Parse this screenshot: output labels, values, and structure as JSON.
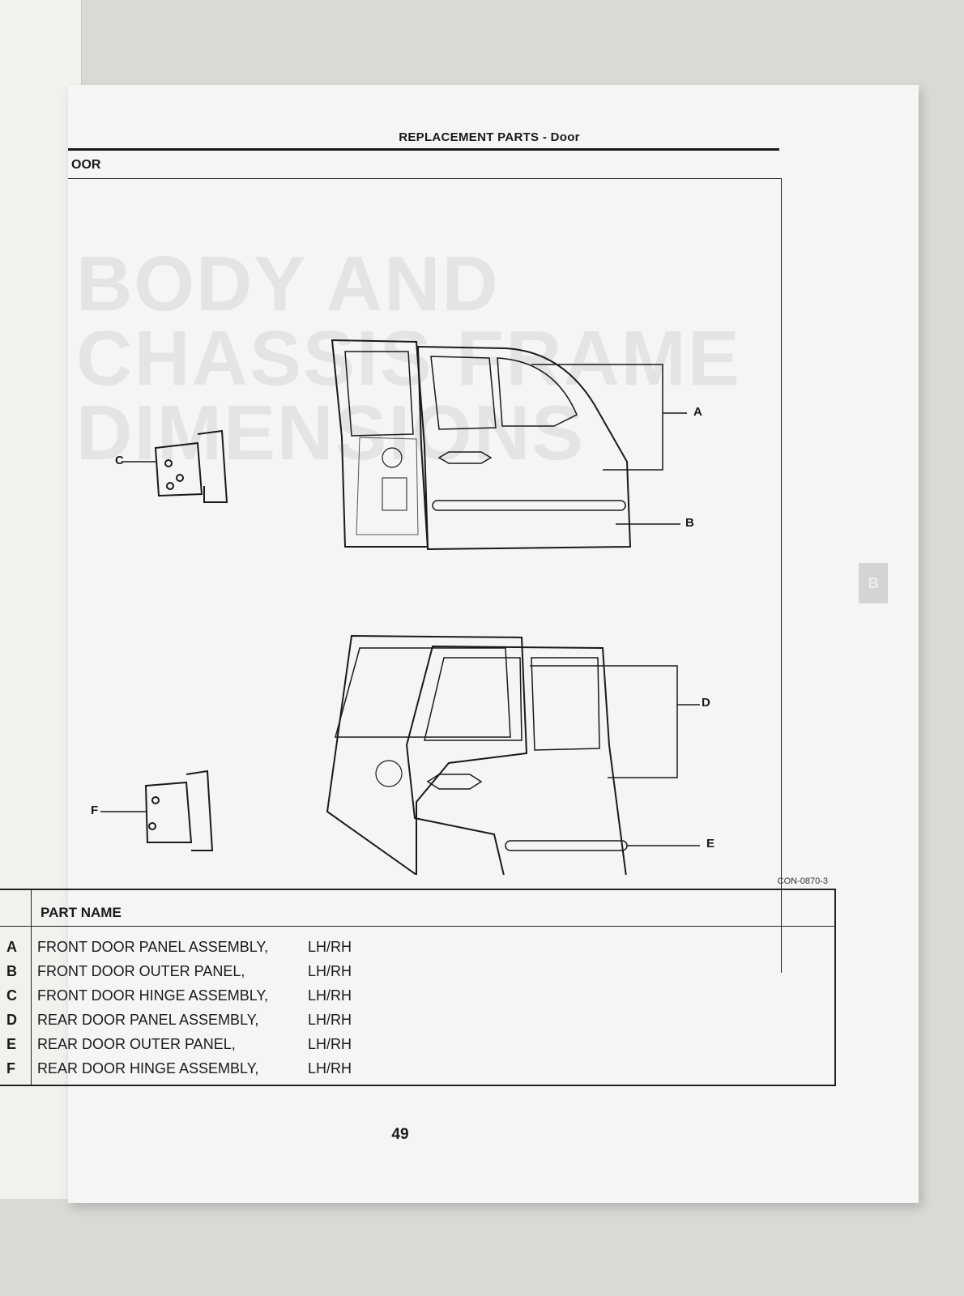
{
  "header": {
    "title": "REPLACEMENT PARTS - Door"
  },
  "section": {
    "title": "OOR"
  },
  "watermark": {
    "lines": [
      "BODY AND",
      "CHASSIS FRAME",
      "DIMENSIONS"
    ]
  },
  "side_tab": {
    "label": "B"
  },
  "figure": {
    "code": "CON-0870-3",
    "callouts": {
      "a": "A",
      "b": "B",
      "c": "C",
      "d": "D",
      "e": "E",
      "f": "F"
    }
  },
  "parts_table": {
    "header": "PART NAME",
    "rows": [
      {
        "code": "A",
        "name": "FRONT DOOR PANEL ASSEMBLY,",
        "side": "LH/RH"
      },
      {
        "code": "B",
        "name": "FRONT DOOR OUTER PANEL,",
        "side": "LH/RH"
      },
      {
        "code": "C",
        "name": "FRONT DOOR HINGE ASSEMBLY,",
        "side": "LH/RH"
      },
      {
        "code": "D",
        "name": "REAR DOOR PANEL ASSEMBLY,",
        "side": "LH/RH"
      },
      {
        "code": "E",
        "name": "REAR DOOR OUTER PANEL,",
        "side": "LH/RH"
      },
      {
        "code": "F",
        "name": "REAR DOOR HINGE ASSEMBLY,",
        "side": "LH/RH"
      }
    ]
  },
  "page_number": "49"
}
